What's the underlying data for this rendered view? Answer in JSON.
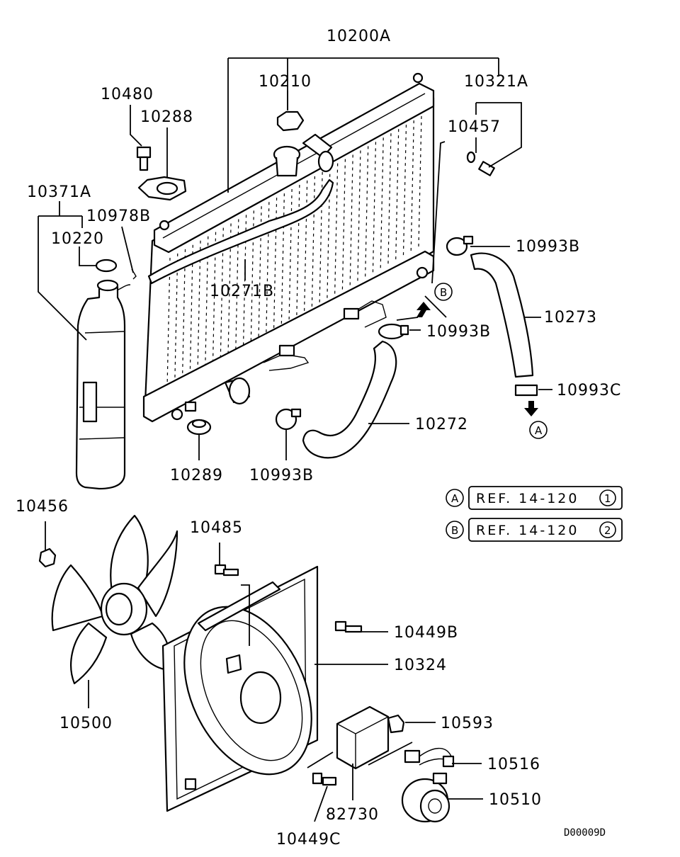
{
  "labels": {
    "p10200A": "10200A",
    "p10210": "10210",
    "p10321A": "10321A",
    "p10457": "10457",
    "p10480": "10480",
    "p10288": "10288",
    "p10371A": "10371A",
    "p10978B": "10978B",
    "p10220": "10220",
    "p10993B_top": "10993B",
    "p10271B": "10271B",
    "p10273": "10273",
    "p10993B_mid": "10993B",
    "p10993C": "10993C",
    "p10272": "10272",
    "p10289": "10289",
    "p10993B_bot": "10993B",
    "p10456": "10456",
    "p10485": "10485",
    "p10449B": "10449B",
    "p10324": "10324",
    "p10500": "10500",
    "p10593": "10593",
    "p10516": "10516",
    "p10510": "10510",
    "p82730": "82730",
    "p10449C": "10449C",
    "diagram_code": "D00009D"
  },
  "callouts": {
    "a": "A",
    "b": "B"
  },
  "references": [
    {
      "marker": "A",
      "text": "REF. 14-120",
      "num": "1"
    },
    {
      "marker": "B",
      "text": "REF. 14-120",
      "num": "2"
    }
  ]
}
